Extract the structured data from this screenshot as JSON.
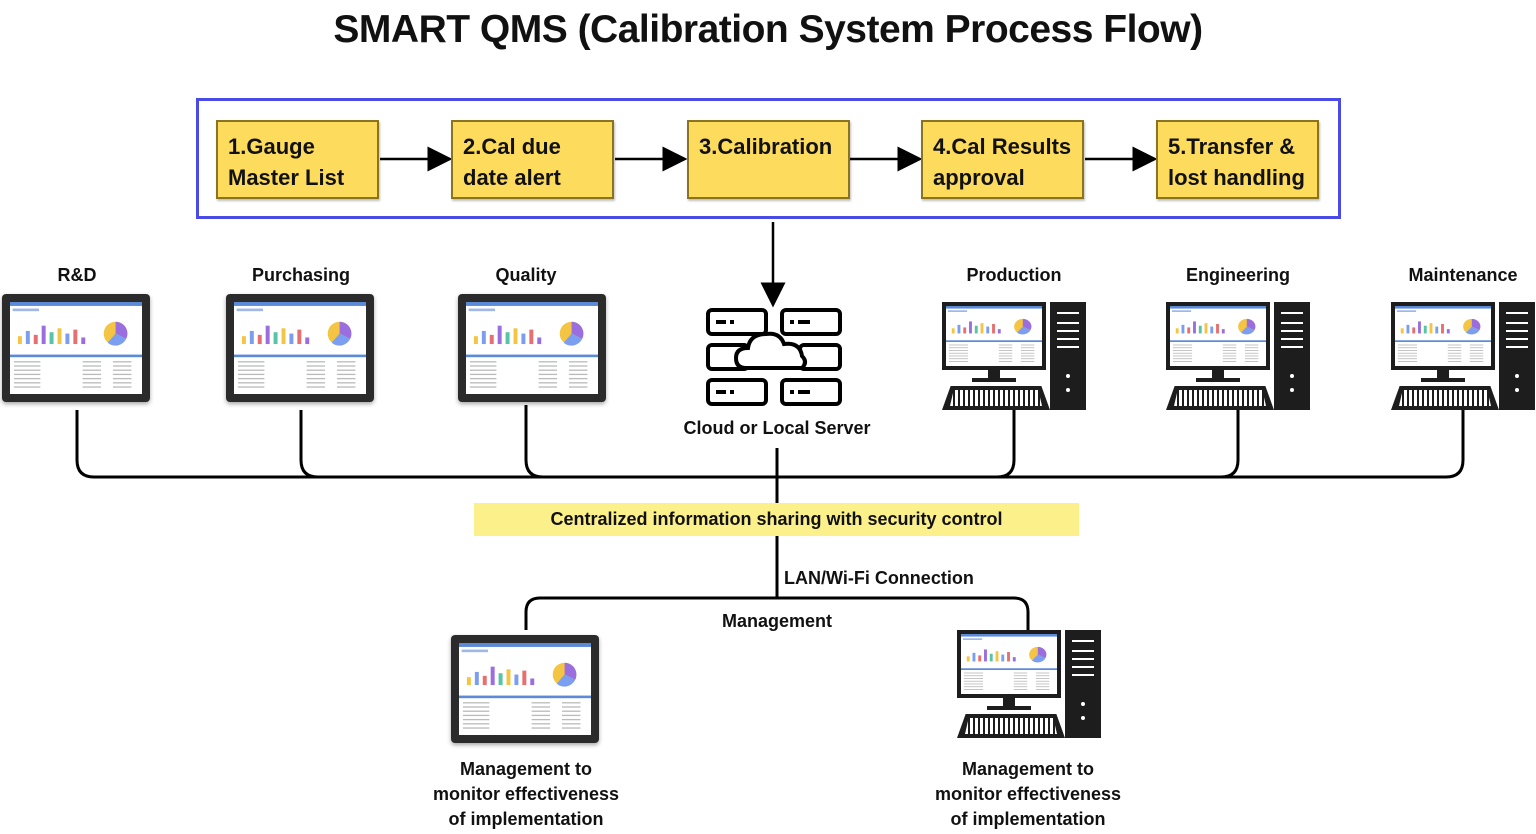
{
  "title": "SMART QMS (Calibration System Process Flow)",
  "process_steps": [
    {
      "label": "1.Gauge\nMaster List"
    },
    {
      "label": "2.Cal due\ndate alert"
    },
    {
      "label": "3.Calibration"
    },
    {
      "label": "4.Cal Results\napproval"
    },
    {
      "label": "5.Transfer &\nlost handling"
    }
  ],
  "departments": [
    {
      "name": "R&D",
      "device": "tablet"
    },
    {
      "name": "Purchasing",
      "device": "tablet"
    },
    {
      "name": "Quality",
      "device": "tablet"
    },
    {
      "name": "Production",
      "device": "desktop"
    },
    {
      "name": "Engineering",
      "device": "desktop"
    },
    {
      "name": "Maintenance",
      "device": "desktop"
    }
  ],
  "server_label": "Cloud or Local Server",
  "banner_text": "Centralized information sharing with security control",
  "network_label": "LAN/Wi-Fi Connection",
  "management_label": "Management",
  "management_captions": [
    "Management to\nmonitor effectiveness\nof implementation",
    "Management to\nmonitor effectiveness\nof implementation"
  ],
  "colors": {
    "step_fill": "#fddb5c",
    "frame_border": "#4a4ae6",
    "banner_fill": "#fbf08a"
  },
  "icons": [
    "server-cloud-icon",
    "tablet-icon",
    "desktop-computer-icon"
  ]
}
